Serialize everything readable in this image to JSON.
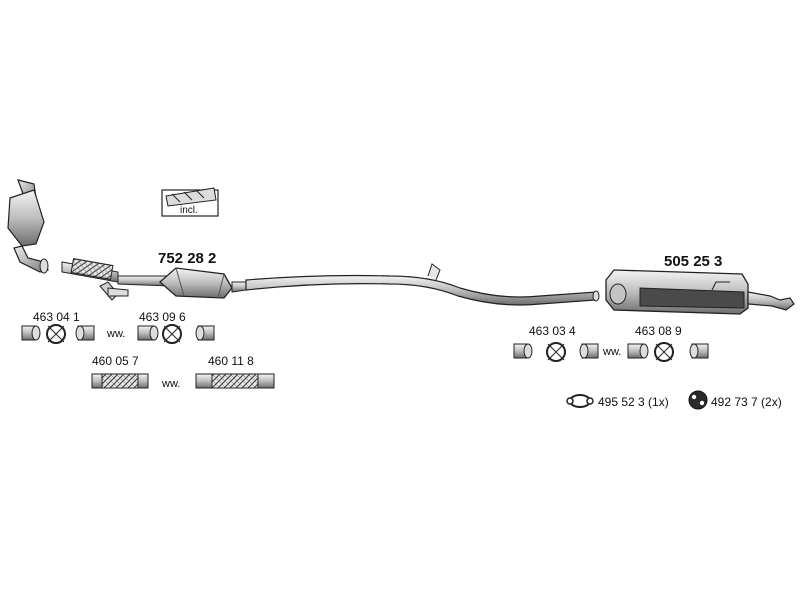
{
  "diagram": {
    "incl_label": "incl.",
    "main_parts": {
      "catalyst_part": "752 28 2",
      "rear_muffler_part": "505 25 3"
    },
    "left_fittings": {
      "clamp_set_a": "463 04 1",
      "clamp_set_b": "463 09 6",
      "flex_pipe_a": "460 05 7",
      "flex_pipe_b": "460 11 8",
      "ww_1": "ww.",
      "ww_2": "ww."
    },
    "right_fittings": {
      "clamp_set_c": "463 03 4",
      "clamp_set_d": "463 08 9",
      "ww_3": "ww."
    },
    "accessories": {
      "gasket_label": "495 52 3 (1x)",
      "rubber_mount_label": "492 73 7 (2x)"
    }
  }
}
